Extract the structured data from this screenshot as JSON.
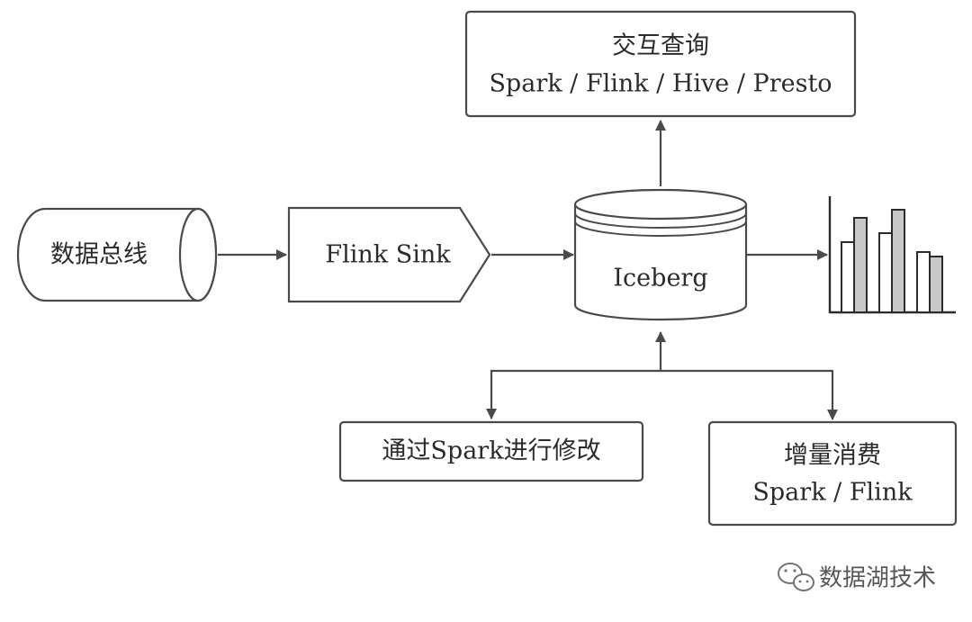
{
  "nodes": {
    "data_bus": {
      "label": "数据总线"
    },
    "flink_sink": {
      "label": "Flink Sink"
    },
    "iceberg": {
      "label": "Iceberg"
    },
    "interactive_query": {
      "title": "交互查询",
      "engines": "Spark / Flink / Hive / Presto"
    },
    "spark_modify": {
      "label": "通过Spark进行修改"
    },
    "incremental_consume": {
      "title": "增量消费",
      "engines": "Spark / Flink"
    }
  },
  "watermark": {
    "text": "数据湖技术",
    "icon": "wechat-icon"
  },
  "colors": {
    "stroke": "#4a4a4a",
    "text": "#2b2b2b",
    "bar_fill": "#c8c8c8",
    "background": "#ffffff"
  }
}
